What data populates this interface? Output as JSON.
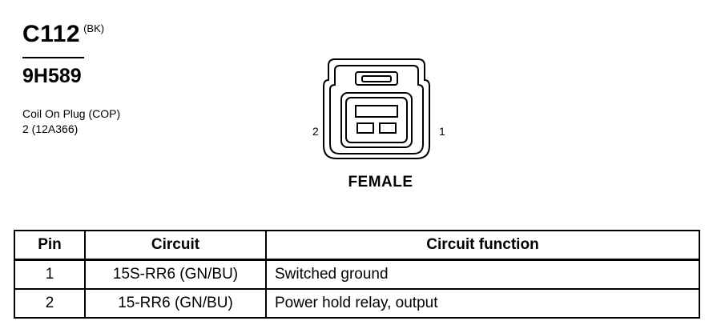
{
  "connector": {
    "id": "C112",
    "color": "(BK)",
    "part_number": "9H589",
    "description": "Coil On Plug (COP)",
    "variant": "2 (12A366)"
  },
  "diagram": {
    "pin_left": "2",
    "pin_right": "1",
    "gender": "FEMALE"
  },
  "table": {
    "headers": [
      "Pin",
      "Circuit",
      "Circuit function"
    ],
    "rows": [
      {
        "pin": "1",
        "circuit": "15S-RR6 (GN/BU)",
        "function": "Switched ground"
      },
      {
        "pin": "2",
        "circuit": "15-RR6 (GN/BU)",
        "function": "Power hold relay, output"
      }
    ]
  }
}
